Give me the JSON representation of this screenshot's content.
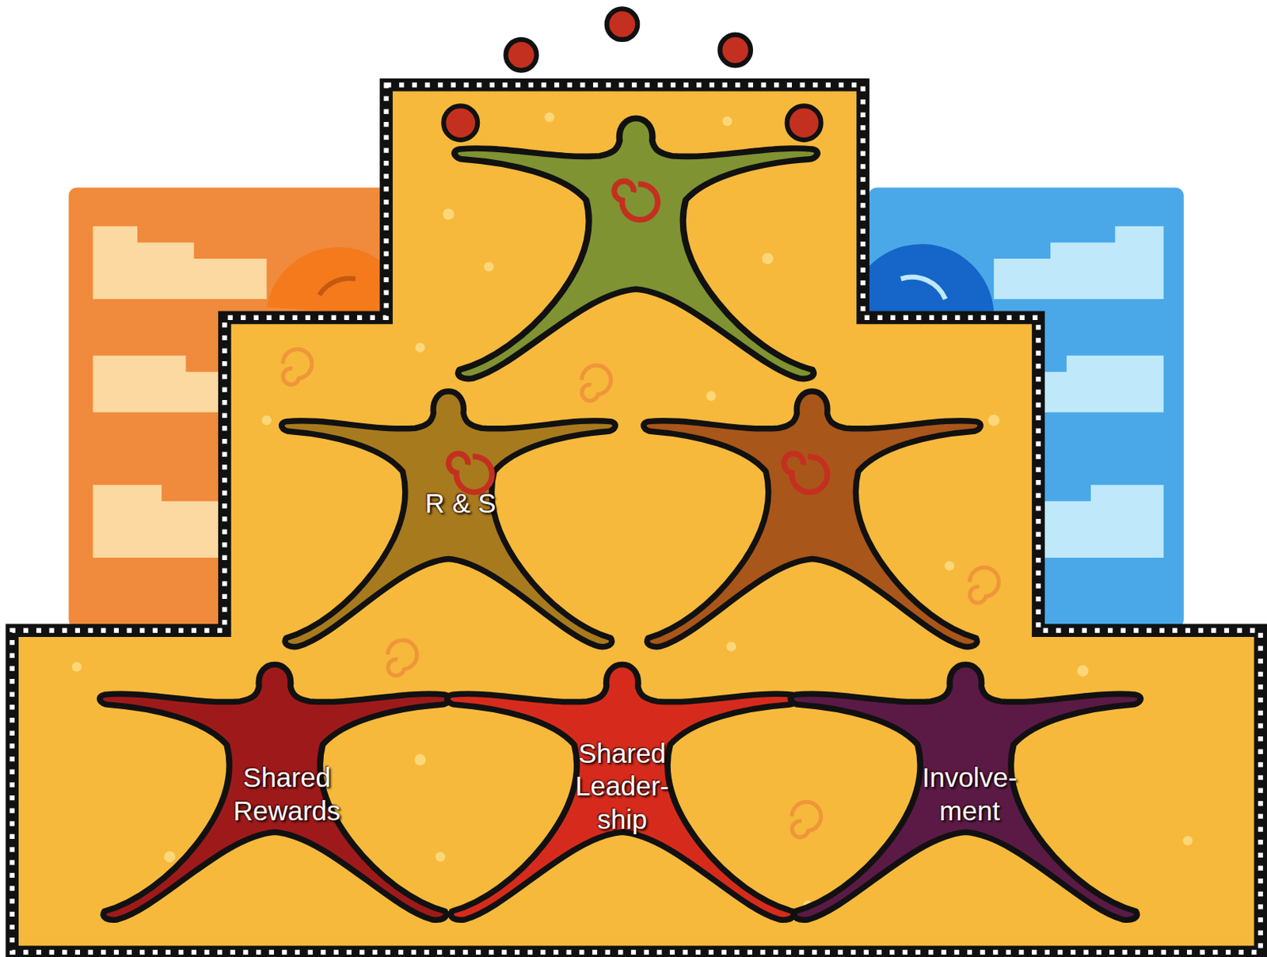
{
  "diagram": {
    "nodes": [
      {
        "text": [
          "R & S"
        ]
      },
      {
        "text": [
          "Shared Rewards"
        ]
      },
      {
        "text": [
          "Shared Leader- ship"
        ]
      },
      {
        "text": [
          "Involve- ment"
        ]
      }
    ]
  }
}
